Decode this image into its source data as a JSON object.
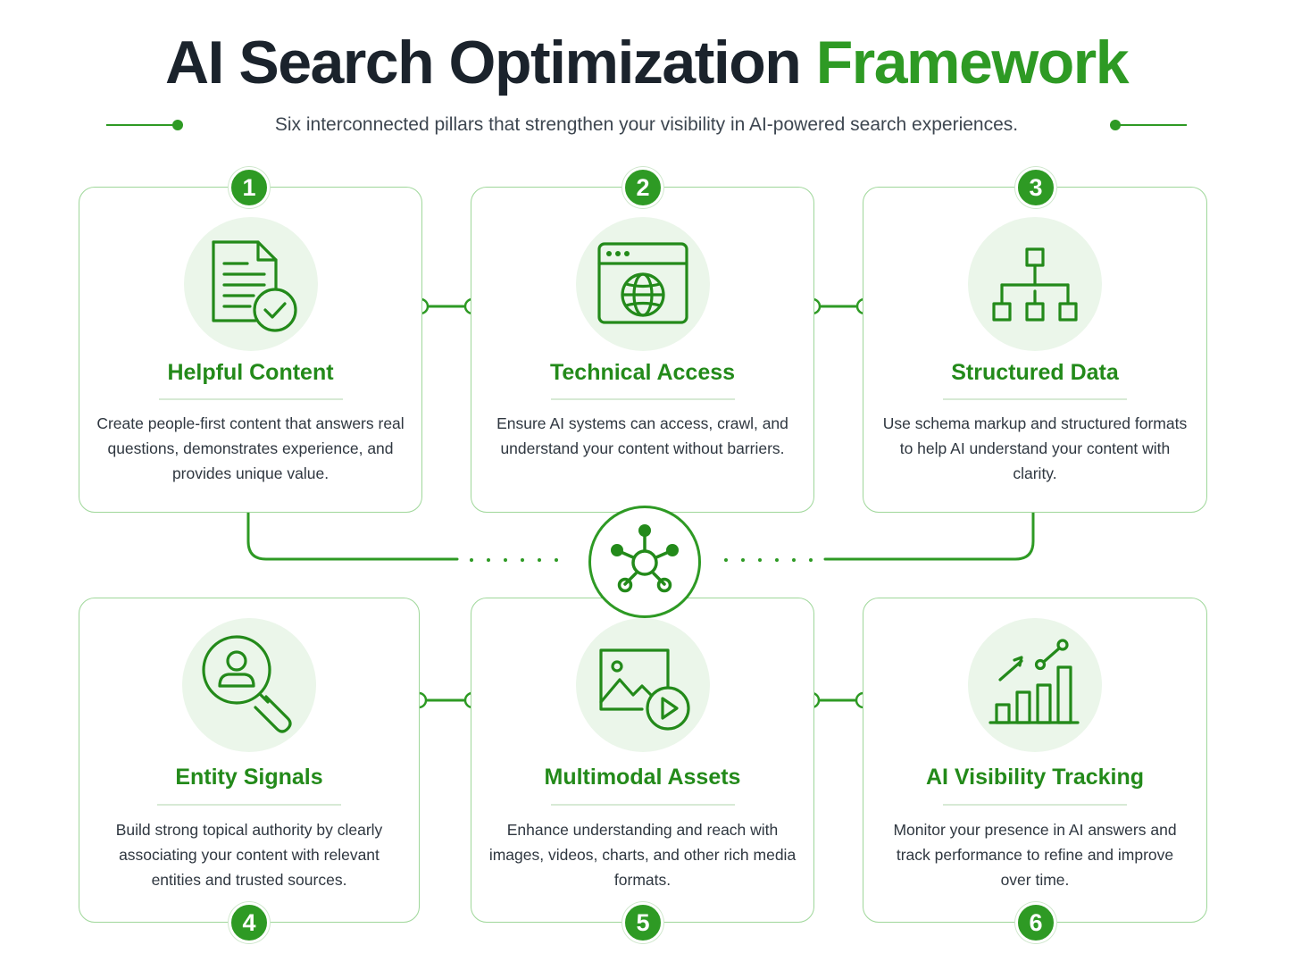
{
  "header": {
    "title_main": "AI Search Optimization",
    "title_accent": "Framework",
    "subtitle": "Six interconnected pillars that strengthen your visibility in AI-powered search experiences."
  },
  "colors": {
    "accent": "#2e9a24",
    "title_dark": "#1b232c",
    "card_border": "#9fd79a",
    "icon_bg": "#ebf6ea"
  },
  "hub": {
    "icon": "network-hub-icon"
  },
  "pillars": [
    {
      "number": "1",
      "title": "Helpful Content",
      "description": "Create people-first content that answers real questions, demonstrates experience, and provides unique value.",
      "icon": "document-check-icon"
    },
    {
      "number": "2",
      "title": "Technical Access",
      "description": "Ensure AI systems can access, crawl, and understand your content without barriers.",
      "icon": "browser-globe-icon"
    },
    {
      "number": "3",
      "title": "Structured Data",
      "description": "Use schema markup and structured formats to help AI understand your content with clarity.",
      "icon": "hierarchy-icon"
    },
    {
      "number": "4",
      "title": "Entity Signals",
      "description": "Build strong topical authority by clearly associating your content with relevant entities and trusted sources.",
      "icon": "user-search-icon"
    },
    {
      "number": "5",
      "title": "Multimodal Assets",
      "description": "Enhance understanding and reach with images, videos, charts, and other rich media formats.",
      "icon": "image-video-icon"
    },
    {
      "number": "6",
      "title": "AI Visibility Tracking",
      "description": "Monitor your presence in AI answers and track performance to refine and improve over time.",
      "icon": "growth-chart-icon"
    }
  ]
}
